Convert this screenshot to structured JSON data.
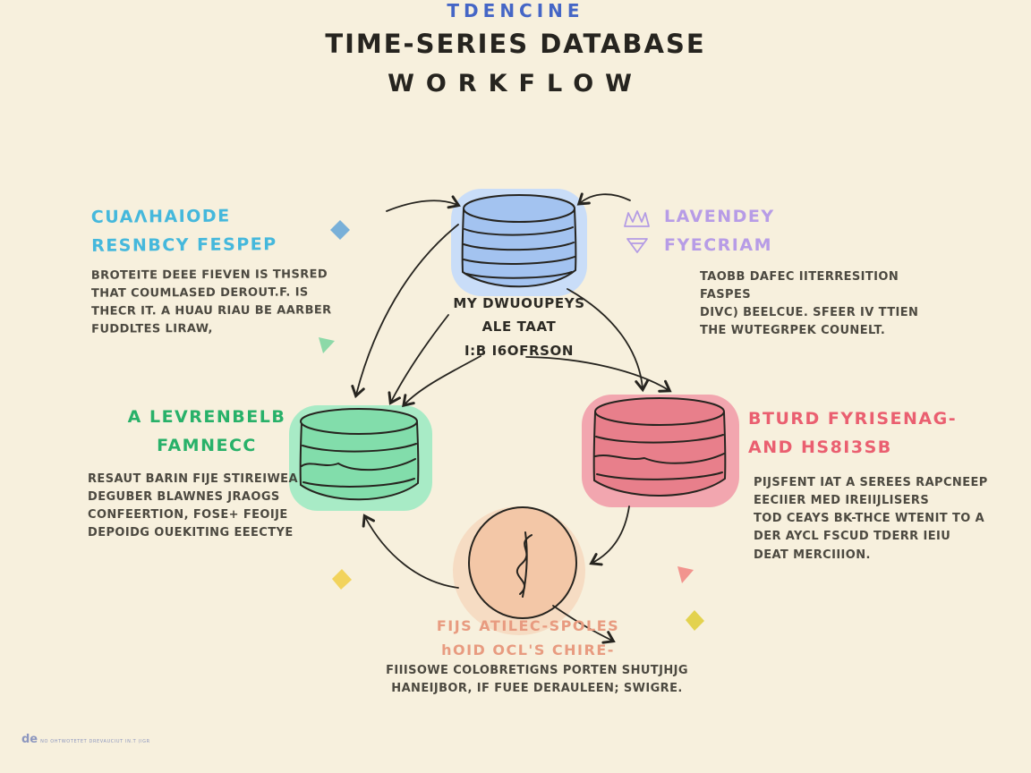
{
  "title": {
    "eyebrow": "TDENCINE",
    "line1": "TIME-SERIES DATABASE",
    "line2": "WORKFLOW"
  },
  "center_note": "MY DWUOUPEYS\nALE TAAT\nI:B I6OFRSON",
  "notes": {
    "top_left": {
      "heading": "CUAΛHAIODE\nRESNBCY FESPEP",
      "body": "BROTEITE DEEE FIEVEN IS THSRED\nTHAT COUMLASED DEROUT.F. IS\nTHECR IT. A HUAU RIAU BE AARBER\nFUDDLTES LIRAW,"
    },
    "top_right": {
      "heading": "LAVENDEY\nFYECRIAM",
      "body": "TAOBB DAFEC IITERRESITION FASPES\nDIVC) BEELCUE. SFEER IV TTIEN\nTHE WUTEGRPEK COUNELT."
    },
    "left": {
      "heading": "A LEVRENBELB\nFAMNECC",
      "body": "RESAUT BARIN FIJE STIREIWEA\nDEGUBER BLAWNES JRAOGS\nCONFEERTION, FOSE+ FEOIJE\nDEPOIDG OUEKITING EEECTYE"
    },
    "right": {
      "heading": "BTURD FYRISENAG-\nAND HS8I3SB",
      "body": "PIJSFENT IAT A SEREES RAPCNEEP\nEECIIER MED IREIIJLISERS\nTOD CEAYS BK-THCE WTENIT TO A\nDER AYCL FSCUD TDERR IEIU\nDEAT MERCIIION."
    },
    "bottom": {
      "heading": "FIJS ATILEC-SPOLES\nhOID OCL'S CHIRE-",
      "body": "FIIISOWE COLOBRETIGNS PORTEN SHUTJHJG\nHANEIJBOR, IF FUEE DERAULEEN; SWIGRE."
    }
  },
  "watermark": {
    "mark": "de",
    "text": "NO OHTWOTETET DREVAUCIUT IN.T (IGR"
  },
  "colors": {
    "background": "#f7f0dd",
    "ink": "#26241f",
    "node_blue": "#a3c3f0",
    "halo_blue": "#c9ddf8",
    "node_red": "#e87f8b",
    "halo_red": "#f2a6af",
    "node_green": "#82ddab",
    "halo_green": "#a8ebc6",
    "node_peach": "#f3c7a7",
    "halo_peach": "#f6dcc3",
    "heading_cyan": "#45b8dc",
    "heading_lavender": "#b79ce6",
    "heading_green": "#28b169",
    "heading_red": "#ea5f70",
    "heading_peach": "#e89b80",
    "title_blue": "#4566c6",
    "deco_blue": "#79b0d8",
    "deco_green": "#8cd9a8",
    "deco_yellow": "#f2d35c",
    "deco_pink": "#f2948e",
    "deco_olive": "#e3d24e"
  }
}
